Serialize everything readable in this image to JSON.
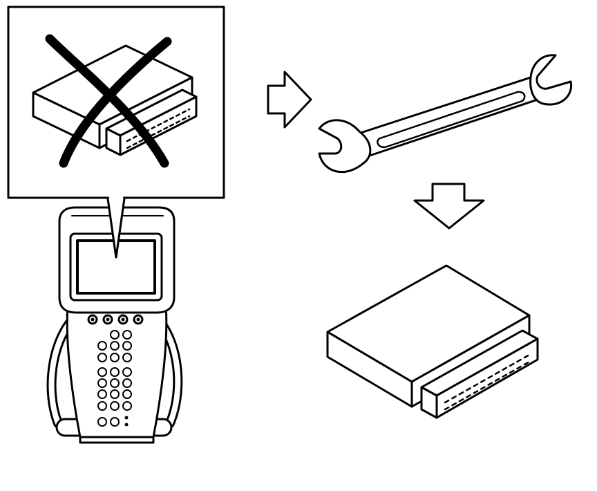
{
  "diagram": {
    "panels": [
      {
        "id": "scan-tool-with-ecm-crossed",
        "meaning": "do-not-use-scan-tool-with-this-module"
      },
      {
        "id": "wrench",
        "meaning": "replace"
      },
      {
        "id": "new-control-module",
        "meaning": "module"
      }
    ],
    "arrows": [
      "right",
      "down"
    ]
  }
}
